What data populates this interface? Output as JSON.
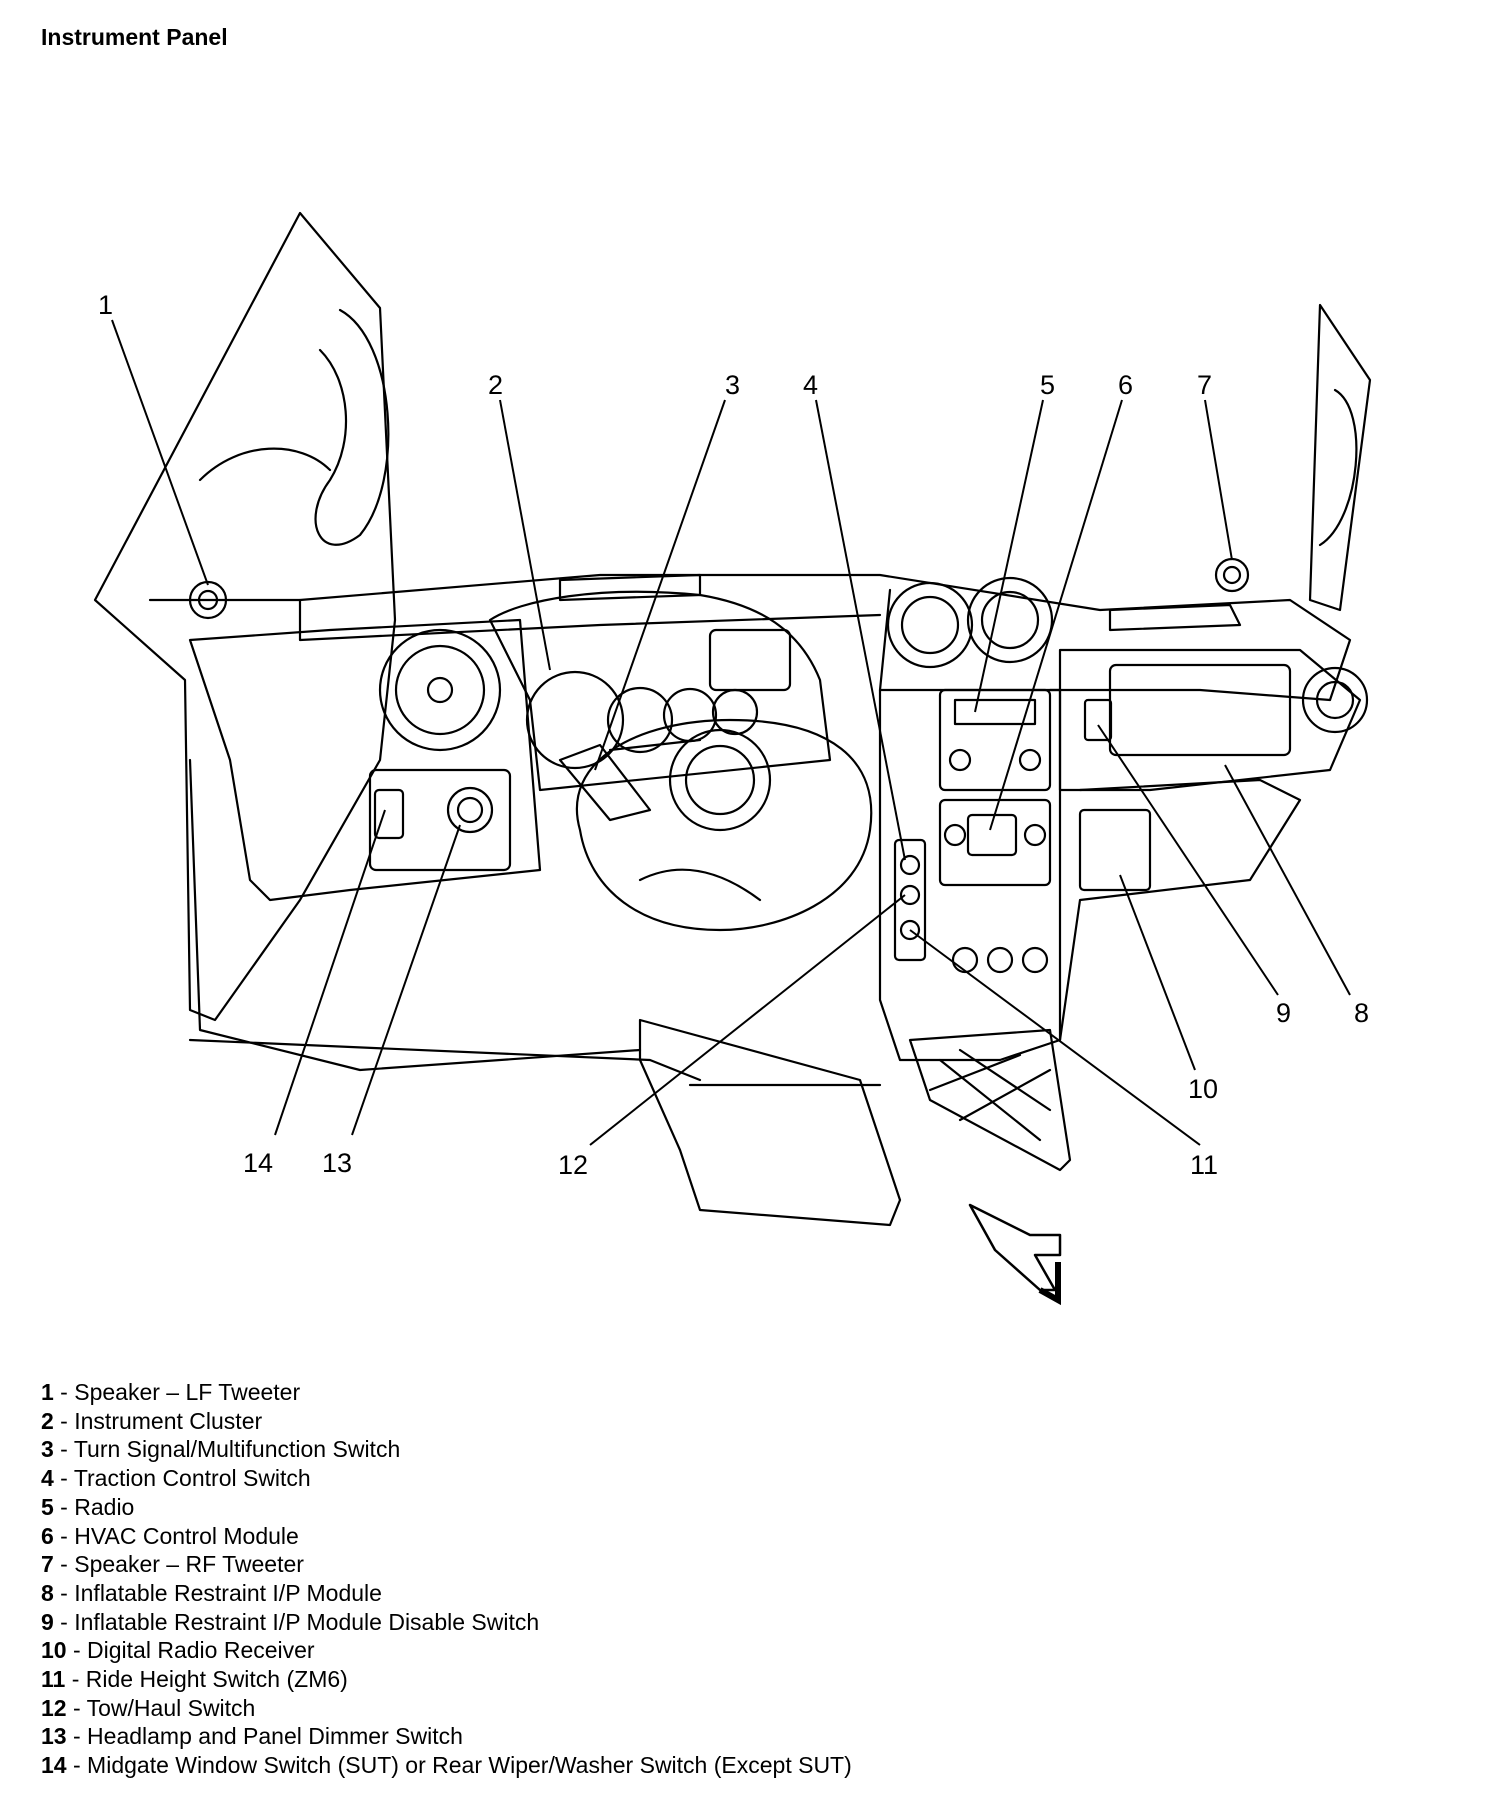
{
  "title": "Instrument Panel",
  "callouts": [
    "1",
    "2",
    "3",
    "4",
    "5",
    "6",
    "7",
    "8",
    "9",
    "10",
    "11",
    "12",
    "13",
    "14"
  ],
  "legend": [
    {
      "num": "1",
      "label": "Speaker – LF Tweeter"
    },
    {
      "num": "2",
      "label": "Instrument Cluster"
    },
    {
      "num": "3",
      "label": "Turn Signal/Multifunction Switch"
    },
    {
      "num": "4",
      "label": "Traction Control Switch"
    },
    {
      "num": "5",
      "label": "Radio"
    },
    {
      "num": "6",
      "label": "HVAC Control Module"
    },
    {
      "num": "7",
      "label": "Speaker – RF Tweeter"
    },
    {
      "num": "8",
      "label": "Inflatable Restraint I/P Module"
    },
    {
      "num": "9",
      "label": "Inflatable Restraint I/P Module Disable Switch"
    },
    {
      "num": "10",
      "label": "Digital Radio Receiver"
    },
    {
      "num": "11",
      "label": "Ride Height Switch (ZM6)"
    },
    {
      "num": "12",
      "label": "Tow/Haul Switch"
    },
    {
      "num": "13",
      "label": "Headlamp and Panel Dimmer Switch"
    },
    {
      "num": "14",
      "label": "Midgate Window Switch (SUT) or Rear Wiper/Washer Switch (Except SUT)"
    }
  ]
}
